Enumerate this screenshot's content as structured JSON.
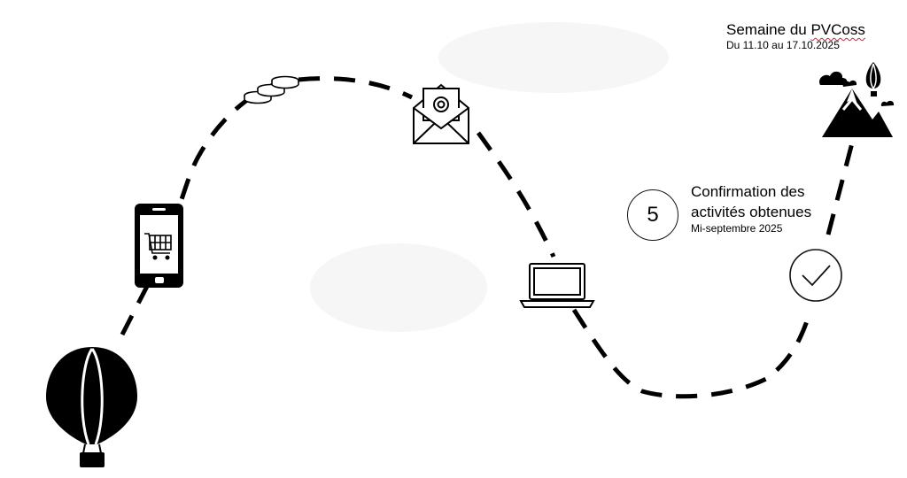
{
  "event": {
    "title_prefix": "Semaine du ",
    "title_highlight": "PVCoss",
    "dates": "Du 11.10 au 17.10.2025"
  },
  "step": {
    "number": "5",
    "title": "Confirmation des activités obtenues",
    "date": "Mi-septembre 2025"
  },
  "icons": [
    "hot-air-balloon-icon",
    "smartphone-cart-icon",
    "coins-icon",
    "email-icon",
    "laptop-icon",
    "checkmark-circle-icon",
    "mountain-balloon-icon"
  ],
  "colors": {
    "ink": "#000000",
    "background": "#ffffff"
  }
}
